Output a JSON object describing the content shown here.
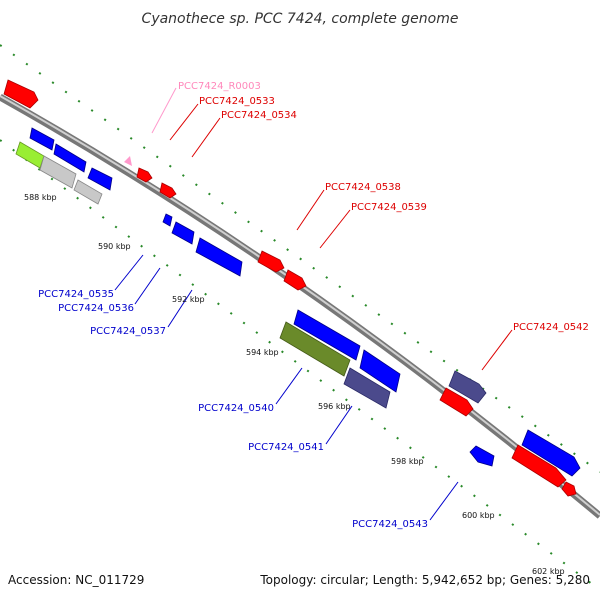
{
  "title": "Cyanothece sp. PCC 7424, complete genome",
  "footer": {
    "accession": "Accession: NC_011729",
    "summary": "Topology: circular; Length: 5,942,652 bp; Genes: 5,280"
  },
  "colors": {
    "backbone": "#999999",
    "forward_cds": "#ff0000",
    "reverse_cds": "#0000ff",
    "rna": "#ff99cc",
    "overlap_dark": "#4b4a8c",
    "olive": "#6a8a2a",
    "lime": "#99ee33",
    "gray_feature": "#c8c8c8",
    "dots": "#2a8a2a",
    "label_forward": "#dd0000",
    "label_reverse": "#0000cc",
    "label_rna": "#ff88bb"
  },
  "ticks": [
    "588 kbp",
    "590 kbp",
    "592 kbp",
    "594 kbp",
    "596 kbp",
    "598 kbp",
    "600 kbp",
    "602 kbp"
  ],
  "labels": {
    "r0003": "PCC7424_R0003",
    "g0533": "PCC7424_0533",
    "g0534": "PCC7424_0534",
    "g0535": "PCC7424_0535",
    "g0536": "PCC7424_0536",
    "g0537": "PCC7424_0537",
    "g0538": "PCC7424_0538",
    "g0539": "PCC7424_0539",
    "g0540": "PCC7424_0540",
    "g0541": "PCC7424_0541",
    "g0542": "PCC7424_0542",
    "g0543": "PCC7424_0543"
  }
}
